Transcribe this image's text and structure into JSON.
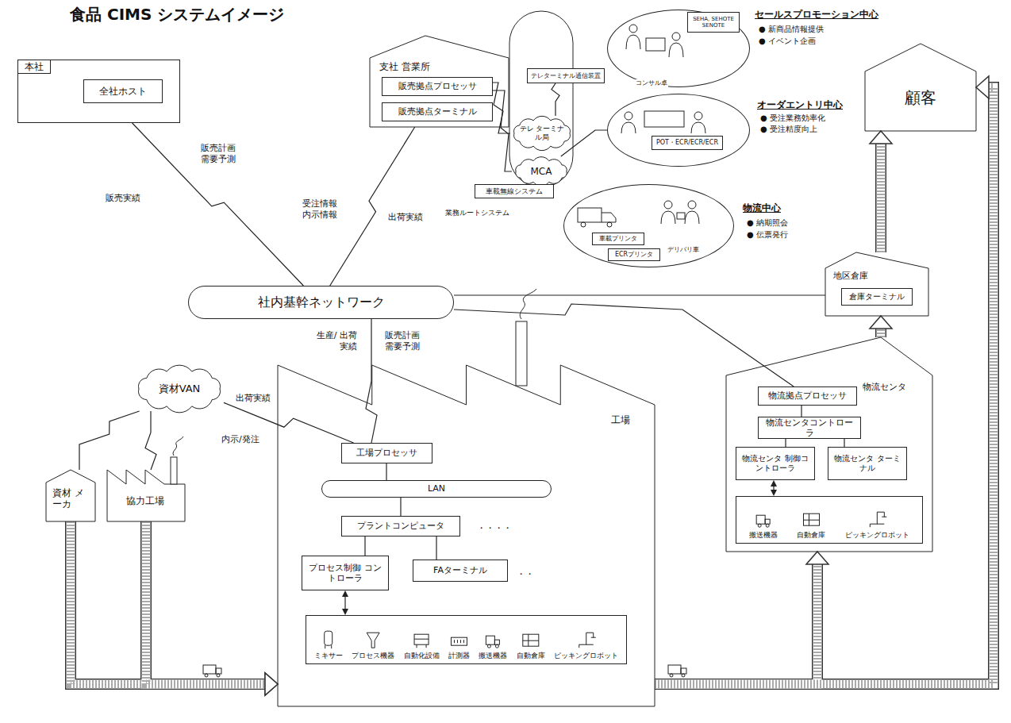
{
  "diagram": {
    "title": "食品 CIMS システムイメージ",
    "nodes": [
      {
        "text": [
          "本社"
        ]
      },
      {
        "text": [
          "全社ホスト"
        ],
        "in": 0
      },
      {
        "text": [
          "支社 営業所"
        ]
      },
      {
        "text": [
          "販売拠点プロセッサ"
        ],
        "in": 2
      },
      {
        "text": [
          "販売拠点ターミナル"
        ],
        "in": 2
      },
      {
        "text": [
          "テレ ターミナル局"
        ]
      },
      {
        "text": [
          "MCA"
        ]
      },
      {
        "text": [
          "テレターミナル通信装置"
        ]
      },
      {
        "text": [
          "セールスプロモーション中心",
          "● 新商品情報提供",
          "● イベント企画"
        ]
      },
      {
        "text": [
          "SEHA, SEHOTE SENOTE"
        ],
        "in": 8
      },
      {
        "text": [
          "オーダエントリ中心",
          "● 受注業務効率化",
          "● 受注精度向上"
        ]
      },
      {
        "text": [
          "POT・ECR/ECR/ECR"
        ],
        "in": 10
      },
      {
        "text": [
          "車載無線システム"
        ]
      },
      {
        "text": [
          "物流中心",
          "● 納期照会",
          "● 伝票発行"
        ]
      },
      {
        "text": [
          "車載プリンタ"
        ],
        "in": 13
      },
      {
        "text": [
          "ECRプリンタ"
        ],
        "in": 13
      },
      {
        "text": [
          "顧客"
        ]
      },
      {
        "text": [
          "社内基幹ネットワーク"
        ]
      },
      {
        "text": [
          "地区倉庫"
        ]
      },
      {
        "text": [
          "倉庫ターミナル"
        ],
        "in": 18
      },
      {
        "text": [
          "資材VAN"
        ]
      },
      {
        "text": [
          "資材 メーカ"
        ]
      },
      {
        "text": [
          "協力工場"
        ]
      },
      {
        "text": [
          "工場"
        ]
      },
      {
        "text": [
          "工場プロセッサ"
        ],
        "in": 23
      },
      {
        "text": [
          "LAN"
        ],
        "in": 23
      },
      {
        "text": [
          "プラントコンピュータ"
        ],
        "in": 23
      },
      {
        "text": [
          "プロセス制御 コントローラ"
        ],
        "in": 23
      },
      {
        "text": [
          "FAターミナル"
        ],
        "in": 23
      },
      {
        "text": [
          "ミキサー",
          "プロセス機器",
          "自動化設備",
          "計測器",
          "搬送機器",
          "自動倉庫",
          "ピッキングロボット"
        ],
        "in": 23
      },
      {
        "text": [
          "物流センタ"
        ]
      },
      {
        "text": [
          "物流拠点プロセッサ"
        ],
        "in": 30
      },
      {
        "text": [
          "物流センタコントローラ"
        ],
        "in": 30
      },
      {
        "text": [
          "物流センタ 制御コントローラ"
        ],
        "in": 30
      },
      {
        "text": [
          "物流センタ ターミナル"
        ],
        "in": 30
      },
      {
        "text": [
          "搬送機器",
          "自動倉庫",
          "ピッキングロボット"
        ],
        "in": 30
      }
    ],
    "edges": [
      {
        "from": 0,
        "to": 17,
        "arrow": "none"
      },
      {
        "from": 2,
        "to": 17,
        "arrow": "none"
      },
      {
        "from": 24,
        "to": 17,
        "arrow": "none"
      },
      {
        "from": 31,
        "to": 17,
        "arrow": "none"
      },
      {
        "from": 18,
        "to": 17,
        "arrow": "none"
      },
      {
        "from": 3,
        "to": 5,
        "arrow": "none"
      },
      {
        "from": 3,
        "to": 6,
        "arrow": "none"
      },
      {
        "from": 5,
        "to": 7,
        "arrow": "none"
      },
      {
        "from": 6,
        "to": 10,
        "arrow": "none"
      },
      {
        "from": 20,
        "to": 24,
        "arrow": "none"
      },
      {
        "from": 21,
        "to": 20,
        "arrow": "none"
      },
      {
        "from": 22,
        "to": 20,
        "arrow": "none"
      },
      {
        "from": 24,
        "to": 25,
        "arrow": "none"
      },
      {
        "from": 25,
        "to": 26,
        "arrow": "none"
      },
      {
        "from": 26,
        "to": 27,
        "arrow": "none"
      },
      {
        "from": 26,
        "to": 28,
        "arrow": "none"
      },
      {
        "from": 27,
        "to": 29,
        "arrow": "both"
      },
      {
        "from": 31,
        "to": 32,
        "arrow": "none"
      },
      {
        "from": 32,
        "to": 33,
        "arrow": "none"
      },
      {
        "from": 32,
        "to": 34,
        "arrow": "none"
      },
      {
        "from": 33,
        "to": 35,
        "arrow": "both"
      },
      {
        "from": 21,
        "to": 23,
        "arrow": "to"
      },
      {
        "from": 22,
        "to": 23,
        "arrow": "to"
      },
      {
        "from": 23,
        "to": 30,
        "arrow": "to"
      },
      {
        "from": 23,
        "to": 16,
        "arrow": "to"
      },
      {
        "from": 30,
        "to": 18,
        "arrow": "to"
      },
      {
        "from": 18,
        "to": 16,
        "arrow": "to"
      }
    ],
    "labels": [
      "販売計画 需要予測",
      "販売実績",
      "受注情報 内示情報",
      "出荷実績",
      "生産/ 出荷実績",
      "販売計画 需要予測",
      "出荷実績",
      "内示/発注",
      "業務ルートシステム",
      "コンサル卓",
      "デリバリ車",
      "・・・・",
      "・・"
    ]
  }
}
